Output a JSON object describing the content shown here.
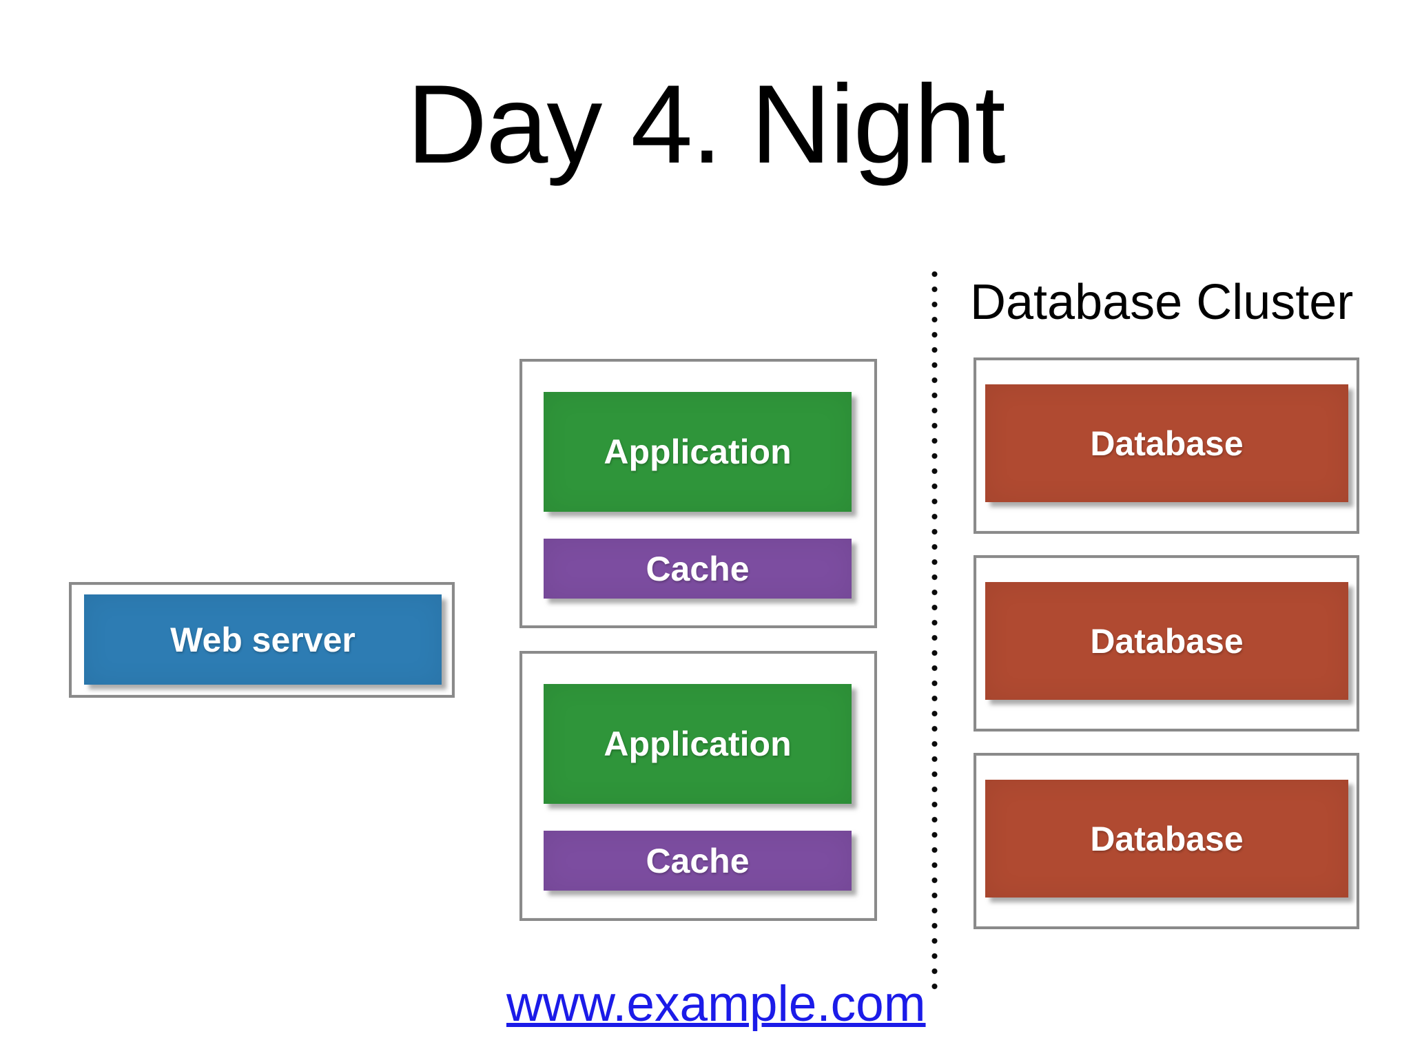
{
  "slide": {
    "title": "Day 4. Night",
    "footer_link": "www.example.com"
  },
  "web_tier": {
    "label": "Web server"
  },
  "app_tiers": [
    {
      "app_label": "Application",
      "cache_label": "Cache"
    },
    {
      "app_label": "Application",
      "cache_label": "Cache"
    }
  ],
  "cluster": {
    "label": "Database Cluster",
    "databases": [
      {
        "label": "Database"
      },
      {
        "label": "Database"
      },
      {
        "label": "Database"
      }
    ]
  },
  "colors": {
    "web_server_blue": "#2d7cb3",
    "application_green": "#2f953a",
    "cache_purple": "#7c4da0",
    "database_red": "#b04a31",
    "container_border_gray": "#8a8a8a",
    "link_blue": "#1b1be8",
    "separator_dot_black": "#0a0a0a",
    "title_black": "#000000"
  }
}
